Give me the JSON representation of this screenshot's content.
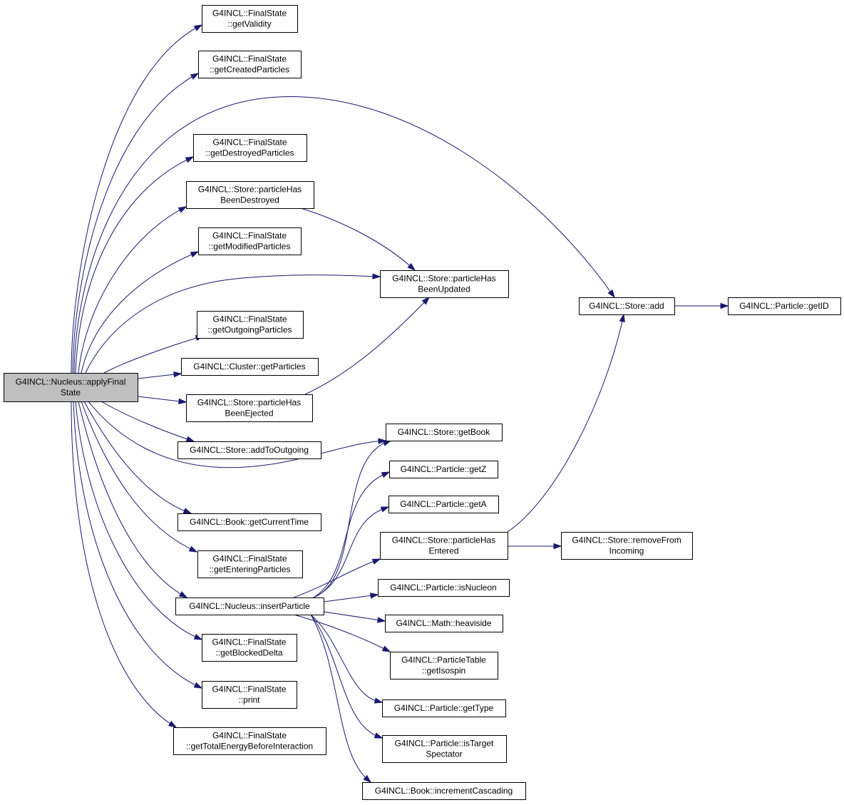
{
  "graph": {
    "title": "",
    "edge_color": "#191970",
    "root_fill": "#bfbfbf",
    "nodes": [
      {
        "id": "root",
        "lines": [
          "G4INCL::Nucleus::applyFinal",
          "State"
        ]
      },
      {
        "id": "getValidity",
        "lines": [
          "G4INCL::FinalState",
          "::getValidity"
        ]
      },
      {
        "id": "getCreated",
        "lines": [
          "G4INCL::FinalState",
          "::getCreatedParticles"
        ]
      },
      {
        "id": "getDestroyed",
        "lines": [
          "G4INCL::FinalState",
          "::getDestroyedParticles"
        ]
      },
      {
        "id": "phbDestroyed",
        "lines": [
          "G4INCL::Store::particleHas",
          "BeenDestroyed"
        ]
      },
      {
        "id": "getModified",
        "lines": [
          "G4INCL::FinalState",
          "::getModifiedParticles"
        ]
      },
      {
        "id": "phbUpdated",
        "lines": [
          "G4INCL::Store::particleHas",
          "BeenUpdated"
        ]
      },
      {
        "id": "getOutgoing",
        "lines": [
          "G4INCL::FinalState",
          "::getOutgoingParticles"
        ]
      },
      {
        "id": "clusterGetParticles",
        "lines": [
          "G4INCL::Cluster::getParticles"
        ]
      },
      {
        "id": "phbEjected",
        "lines": [
          "G4INCL::Store::particleHas",
          "BeenEjected"
        ]
      },
      {
        "id": "addToOutgoing",
        "lines": [
          "G4INCL::Store::addToOutgoing"
        ]
      },
      {
        "id": "getBook",
        "lines": [
          "G4INCL::Store::getBook"
        ]
      },
      {
        "id": "getCurrentTime",
        "lines": [
          "G4INCL::Book::getCurrentTime"
        ]
      },
      {
        "id": "getEntering",
        "lines": [
          "G4INCL::FinalState",
          "::getEnteringParticles"
        ]
      },
      {
        "id": "insertParticle",
        "lines": [
          "G4INCL::Nucleus::insertParticle"
        ]
      },
      {
        "id": "getBlockedDelta",
        "lines": [
          "G4INCL::FinalState",
          "::getBlockedDelta"
        ]
      },
      {
        "id": "print",
        "lines": [
          "G4INCL::FinalState",
          "::print"
        ]
      },
      {
        "id": "getTotalEnergy",
        "lines": [
          "G4INCL::FinalState",
          "::getTotalEnergyBeforeInteraction"
        ]
      },
      {
        "id": "storeAdd",
        "lines": [
          "G4INCL::Store::add"
        ]
      },
      {
        "id": "getID",
        "lines": [
          "G4INCL::Particle::getID"
        ]
      },
      {
        "id": "getZ",
        "lines": [
          "G4INCL::Particle::getZ"
        ]
      },
      {
        "id": "getA",
        "lines": [
          "G4INCL::Particle::getA"
        ]
      },
      {
        "id": "phEntered",
        "lines": [
          "G4INCL::Store::particleHas",
          "Entered"
        ]
      },
      {
        "id": "removeFromIncoming",
        "lines": [
          "G4INCL::Store::removeFrom",
          "Incoming"
        ]
      },
      {
        "id": "isNucleon",
        "lines": [
          "G4INCL::Particle::isNucleon"
        ]
      },
      {
        "id": "heaviside",
        "lines": [
          "G4INCL::Math::heaviside"
        ]
      },
      {
        "id": "getIsospin",
        "lines": [
          "G4INCL::ParticleTable",
          "::getIsospin"
        ]
      },
      {
        "id": "getType",
        "lines": [
          "G4INCL::Particle::getType"
        ]
      },
      {
        "id": "isTargetSpectator",
        "lines": [
          "G4INCL::Particle::isTarget",
          "Spectator"
        ]
      },
      {
        "id": "incrementCascading",
        "lines": [
          "G4INCL::Book::incrementCascading"
        ]
      }
    ],
    "edges": [
      [
        "root",
        "getValidity"
      ],
      [
        "root",
        "getCreated"
      ],
      [
        "root",
        "storeAdd"
      ],
      [
        "root",
        "getDestroyed"
      ],
      [
        "root",
        "phbDestroyed"
      ],
      [
        "root",
        "getModified"
      ],
      [
        "root",
        "phbUpdated"
      ],
      [
        "root",
        "getOutgoing"
      ],
      [
        "root",
        "clusterGetParticles"
      ],
      [
        "root",
        "phbEjected"
      ],
      [
        "root",
        "addToOutgoing"
      ],
      [
        "root",
        "getBook"
      ],
      [
        "root",
        "getCurrentTime"
      ],
      [
        "root",
        "getEntering"
      ],
      [
        "root",
        "insertParticle"
      ],
      [
        "root",
        "getBlockedDelta"
      ],
      [
        "root",
        "print"
      ],
      [
        "root",
        "getTotalEnergy"
      ],
      [
        "phbDestroyed",
        "phbUpdated"
      ],
      [
        "phbEjected",
        "phbUpdated"
      ],
      [
        "storeAdd",
        "getID"
      ],
      [
        "insertParticle",
        "getBook"
      ],
      [
        "insertParticle",
        "getZ"
      ],
      [
        "insertParticle",
        "getA"
      ],
      [
        "insertParticle",
        "phEntered"
      ],
      [
        "insertParticle",
        "isNucleon"
      ],
      [
        "insertParticle",
        "heaviside"
      ],
      [
        "insertParticle",
        "getIsospin"
      ],
      [
        "insertParticle",
        "getType"
      ],
      [
        "insertParticle",
        "isTargetSpectator"
      ],
      [
        "insertParticle",
        "incrementCascading"
      ],
      [
        "phEntered",
        "storeAdd"
      ],
      [
        "phEntered",
        "removeFromIncoming"
      ]
    ]
  }
}
